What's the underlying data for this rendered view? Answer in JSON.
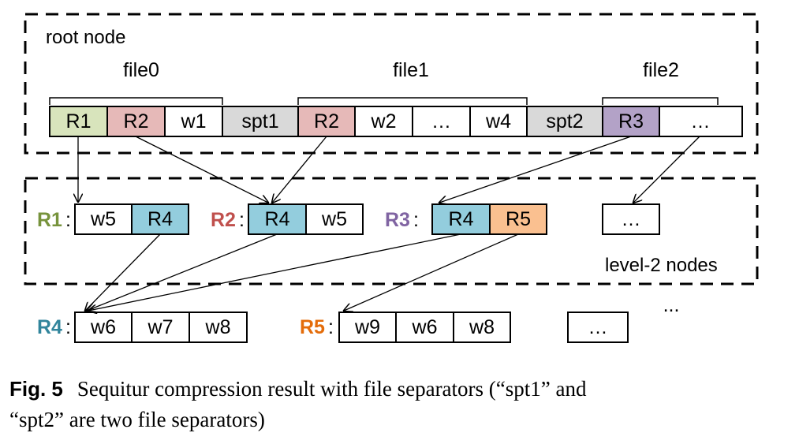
{
  "root_label": "root node",
  "level2_label": "level-2 nodes",
  "ellipsis_label": "...",
  "files": [
    "file0",
    "file1",
    "file2"
  ],
  "root_cells": [
    "R1",
    "R2",
    "w1",
    "spt1",
    "R2",
    "w2",
    "…",
    "w4",
    "spt2",
    "R3",
    "…"
  ],
  "rules": {
    "R1": {
      "label": "R1",
      "colon": ":",
      "cells": [
        "w5",
        "R4"
      ]
    },
    "R2": {
      "label": "R2",
      "colon": ":",
      "cells": [
        "R4",
        "w5"
      ]
    },
    "R3": {
      "label": "R3",
      "colon": ":",
      "cells": [
        "R4",
        "R5"
      ]
    },
    "L2_more": {
      "cells": [
        "…"
      ]
    },
    "R4": {
      "label": "R4",
      "colon": ":",
      "cells": [
        "w6",
        "w7",
        "w8"
      ]
    },
    "R5": {
      "label": "R5",
      "colon": ":",
      "cells": [
        "w9",
        "w6",
        "w8"
      ]
    },
    "L3_more": {
      "cells": [
        "…"
      ]
    }
  },
  "colors": {
    "R1": "#d8e4bc",
    "R2": "#e6b9b8",
    "R3": "#b3a2c7",
    "R4": "#93cddd",
    "R5": "#fac090",
    "spt": "#d9d9d9",
    "label_R1": "#77933c",
    "label_R2": "#c0504d",
    "label_R3": "#8064a2",
    "label_R4": "#31859c",
    "label_R5": "#e46c0a"
  },
  "caption": {
    "fig": "Fig. 5",
    "line1": "Sequitur compression result with file separators (“spt1” and",
    "line2": "“spt2” are two file separators)"
  }
}
